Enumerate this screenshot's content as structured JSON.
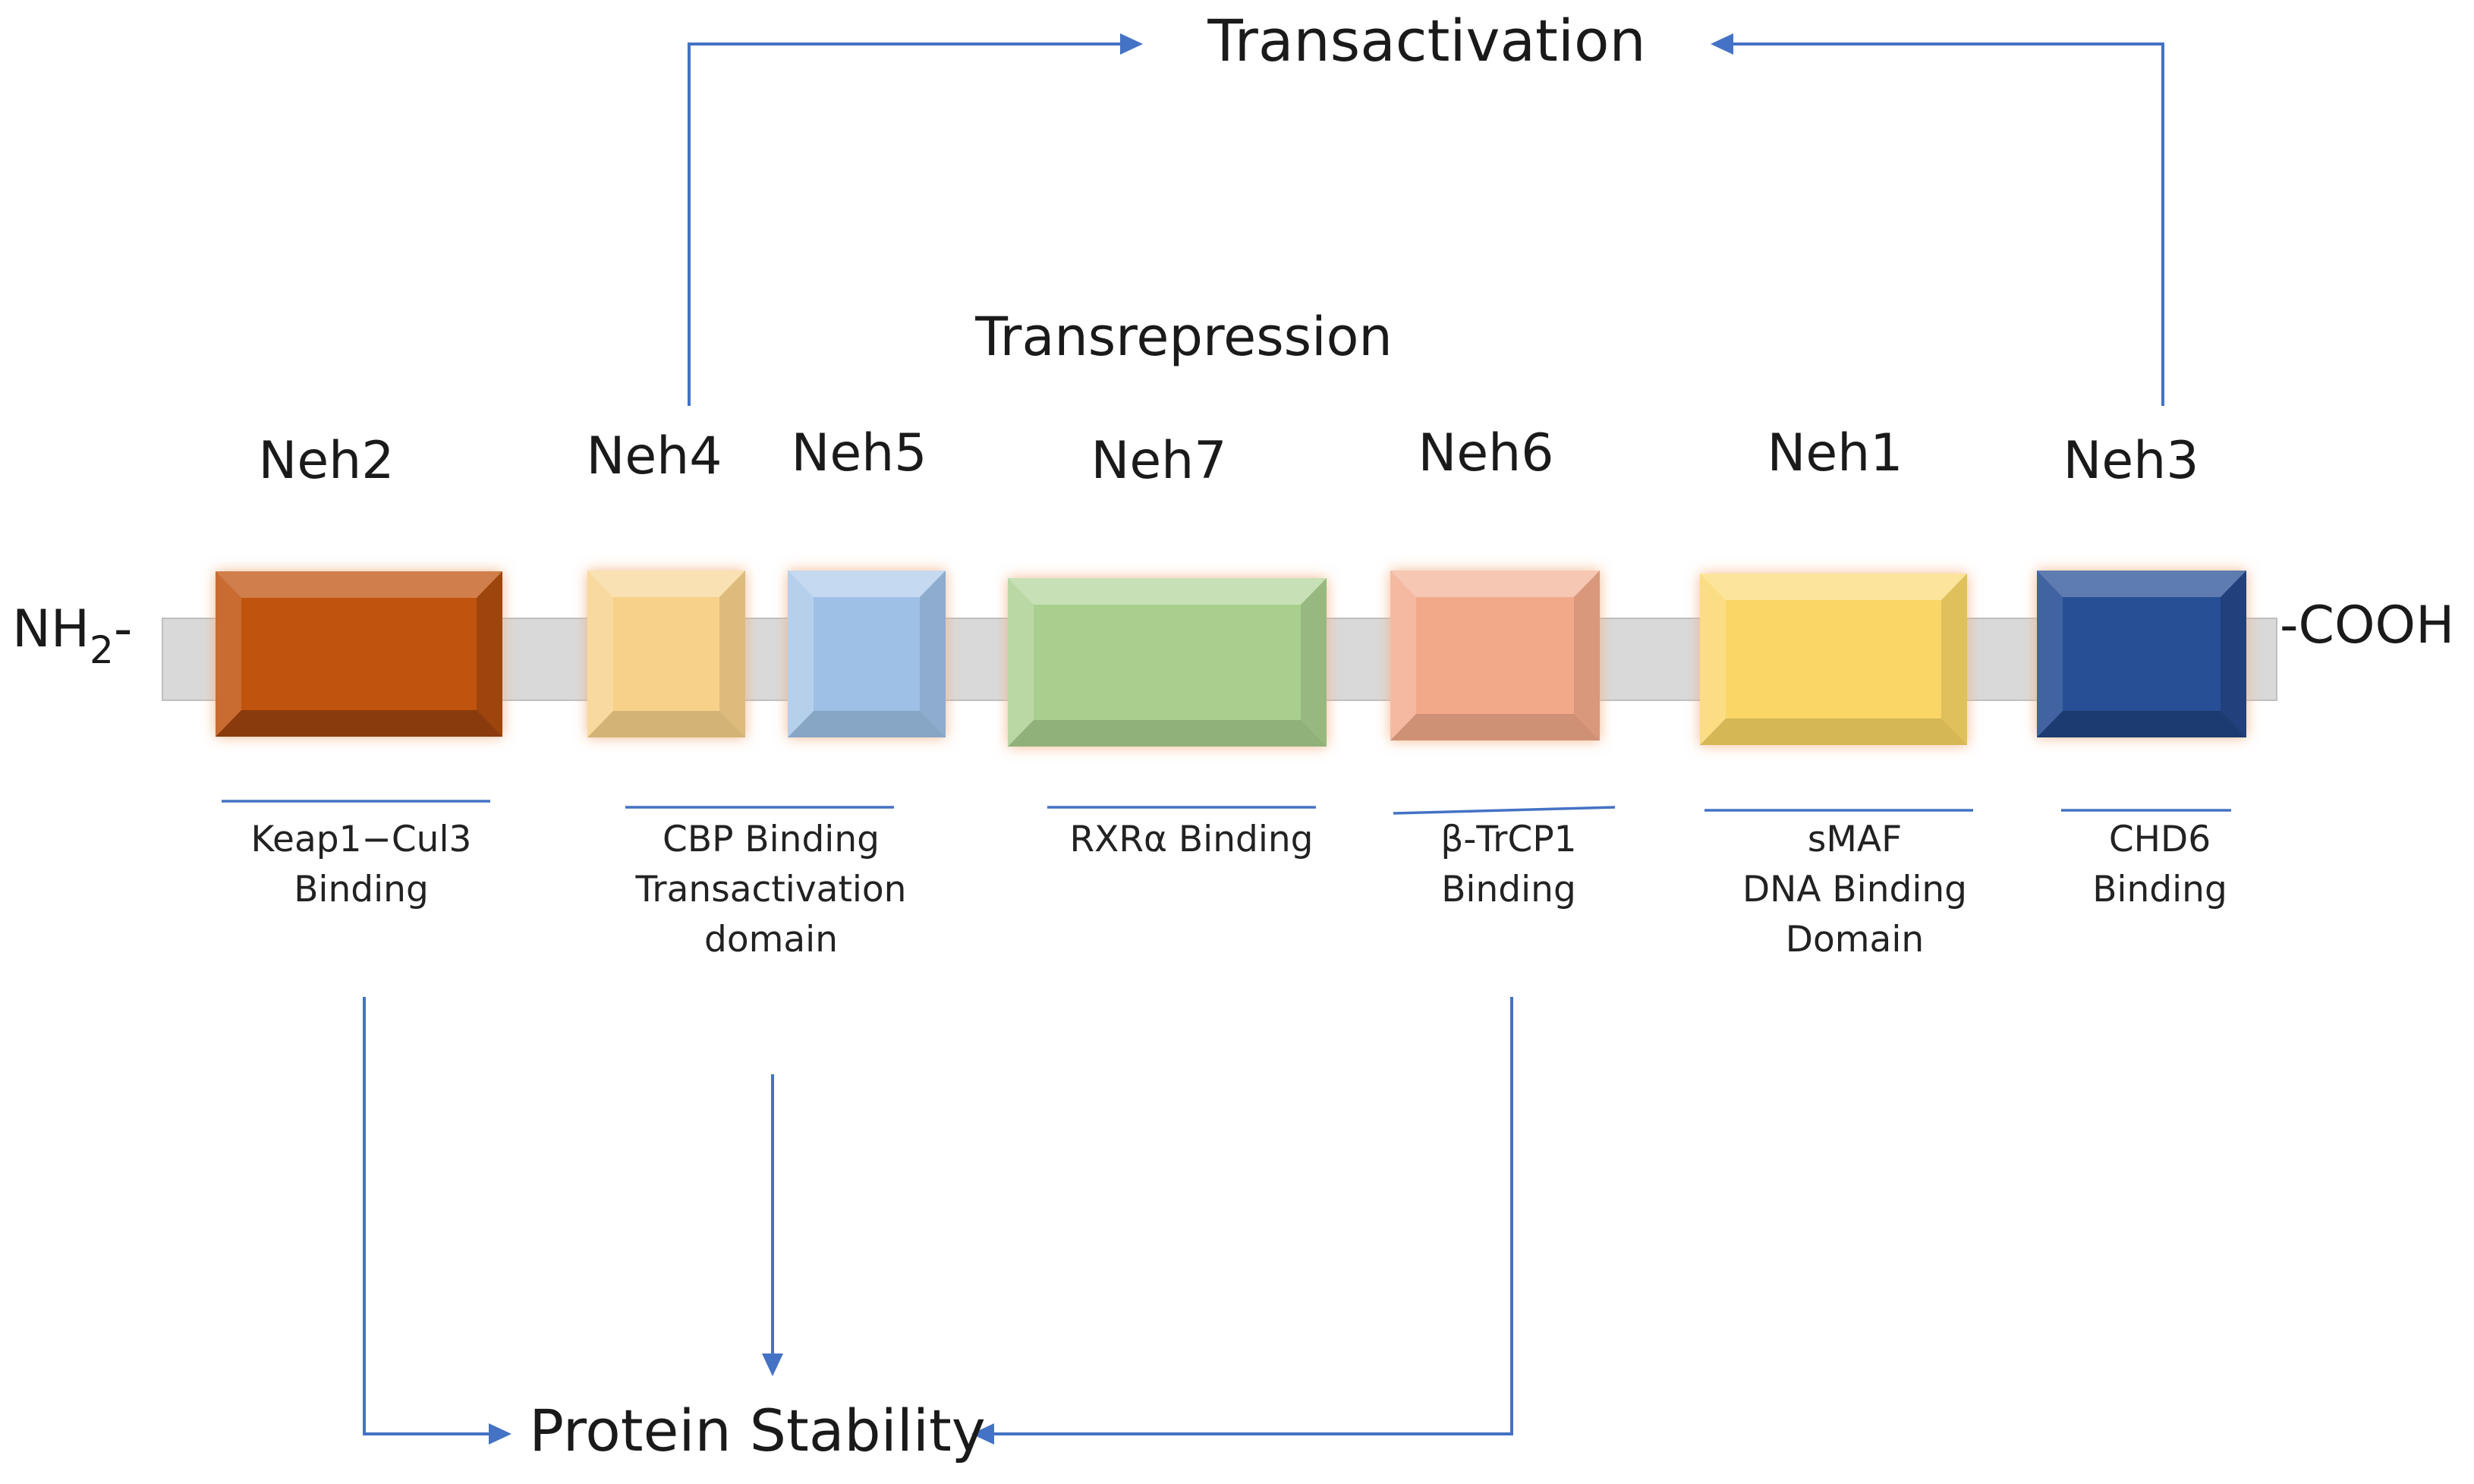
{
  "labels": {
    "transactivation": "Transactivation",
    "transrepression": "Transrepression",
    "protein_stability": "Protein Stability",
    "n_terminus": "NH2-",
    "c_terminus": "-COOH"
  },
  "domains": [
    {
      "name": "Neh2",
      "color": "#c0530f",
      "function": [
        "Keap1−Cul3",
        "Binding"
      ]
    },
    {
      "name": "Neh4",
      "color": "#f7d18a",
      "function": [
        "CBP Binding",
        "Transactivation",
        "domain"
      ]
    },
    {
      "name": "Neh5",
      "color": "#9ec0e6",
      "function": []
    },
    {
      "name": "Neh7",
      "color": "#a9cf8e",
      "function": [
        "RXRα Binding"
      ]
    },
    {
      "name": "Neh6",
      "color": "#f2a98a",
      "function": [
        "β-TrCP1",
        "Binding"
      ]
    },
    {
      "name": "Neh1",
      "color": "#fad666",
      "function": [
        "sMAF",
        "DNA Binding",
        "Domain"
      ]
    },
    {
      "name": "Neh3",
      "color": "#284f96",
      "function": [
        "CHD6",
        "Binding"
      ]
    }
  ],
  "colors": {
    "backbone": "#d9d9d9",
    "arrow": "#4472c4",
    "glow": "#f4b183"
  }
}
